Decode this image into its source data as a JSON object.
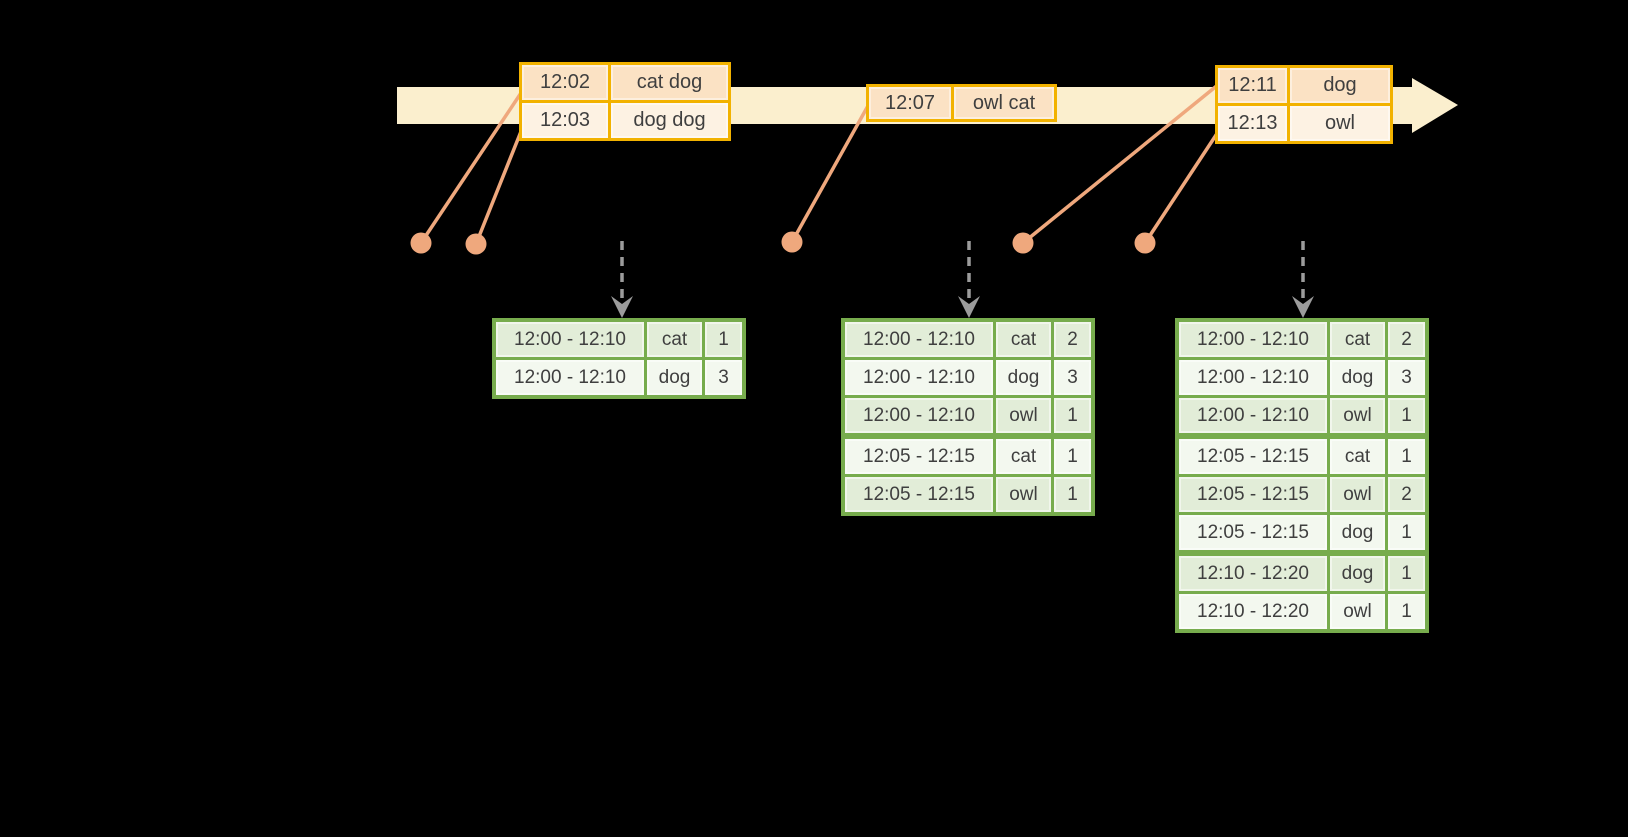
{
  "colors": {
    "background": "#000000",
    "timeline_fill": "#FBEFCE",
    "event_border": "#F2B200",
    "event_row_dark": "#FBE2C4",
    "event_row_light": "#FDF2E3",
    "result_border": "#77AC4D",
    "result_row_green": "#E2EDD8",
    "result_row_white": "#F3F8EF",
    "connector": "#EFA87D",
    "trigger_gray": "#9C9C9C",
    "text": "#3F3F3F"
  },
  "event_tables": [
    {
      "rows": [
        {
          "time": "12:02",
          "words": "cat dog"
        },
        {
          "time": "12:03",
          "words": "dog dog"
        }
      ]
    },
    {
      "rows": [
        {
          "time": "12:07",
          "words": "owl cat"
        }
      ]
    },
    {
      "rows": [
        {
          "time": "12:11",
          "words": "dog"
        },
        {
          "time": "12:13",
          "words": "owl"
        }
      ]
    }
  ],
  "result_tables": [
    {
      "rows": [
        [
          "12:00 - 12:10",
          "cat",
          "1"
        ],
        [
          "12:00 - 12:10",
          "dog",
          "3"
        ]
      ]
    },
    {
      "rows": [
        [
          "12:00 - 12:10",
          "cat",
          "2"
        ],
        [
          "12:00 - 12:10",
          "dog",
          "3"
        ],
        [
          "12:00 - 12:10",
          "owl",
          "1"
        ],
        [
          "12:05 - 12:15",
          "cat",
          "1"
        ],
        [
          "12:05 - 12:15",
          "owl",
          "1"
        ]
      ]
    },
    {
      "rows": [
        [
          "12:00 - 12:10",
          "cat",
          "2"
        ],
        [
          "12:00 - 12:10",
          "dog",
          "3"
        ],
        [
          "12:00 - 12:10",
          "owl",
          "1"
        ],
        [
          "12:05 - 12:15",
          "cat",
          "1"
        ],
        [
          "12:05 - 12:15",
          "owl",
          "2"
        ],
        [
          "12:05 - 12:15",
          "dog",
          "1"
        ],
        [
          "12:10 - 12:20",
          "dog",
          "1"
        ],
        [
          "12:10 - 12:20",
          "owl",
          "1"
        ]
      ]
    }
  ]
}
